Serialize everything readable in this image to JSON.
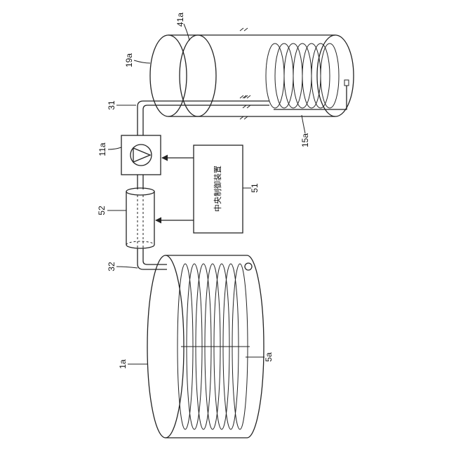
{
  "labels": {
    "tank_top": "41a",
    "tank_left": "19a",
    "coil_top": "15a",
    "pipe_top": "31",
    "pump": "11a",
    "controller": "51",
    "sensor": "52",
    "pipe_bottom": "32",
    "tank_bottom": "1a",
    "coil_bottom": "5a"
  },
  "controller_text": "中央制御装置"
}
